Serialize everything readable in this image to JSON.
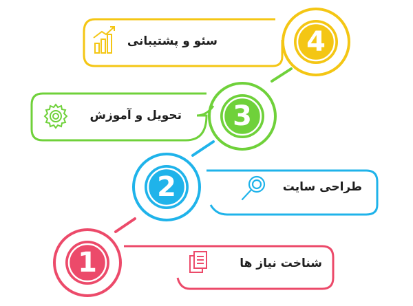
{
  "steps": [
    {
      "number": "1",
      "label": "شناخت نیاز ها",
      "color": "#ec4a6a",
      "icon": "documents-icon"
    },
    {
      "number": "2",
      "label": "طراحی سایت",
      "color": "#1fb3ea",
      "icon": "magnifier-icon"
    },
    {
      "number": "3",
      "label": "تحویل و آموزش",
      "color": "#6fd13a",
      "icon": "gear-icon"
    },
    {
      "number": "4",
      "label": "سئو و پشتیبانی",
      "color": "#f4c614",
      "icon": "growth-chart-icon"
    }
  ]
}
